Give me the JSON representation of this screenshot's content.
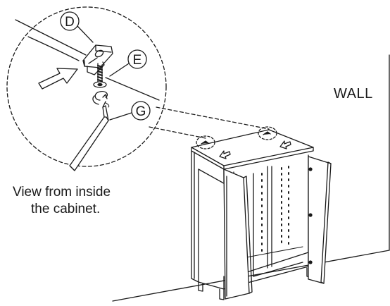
{
  "callouts": {
    "d": "D",
    "e": "E",
    "g": "G"
  },
  "caption": {
    "line1": "View from inside",
    "line2": "the cabinet."
  },
  "wall_label": "WALL",
  "colors": {
    "line": "#1a1a1a",
    "background": "#ffffff"
  }
}
